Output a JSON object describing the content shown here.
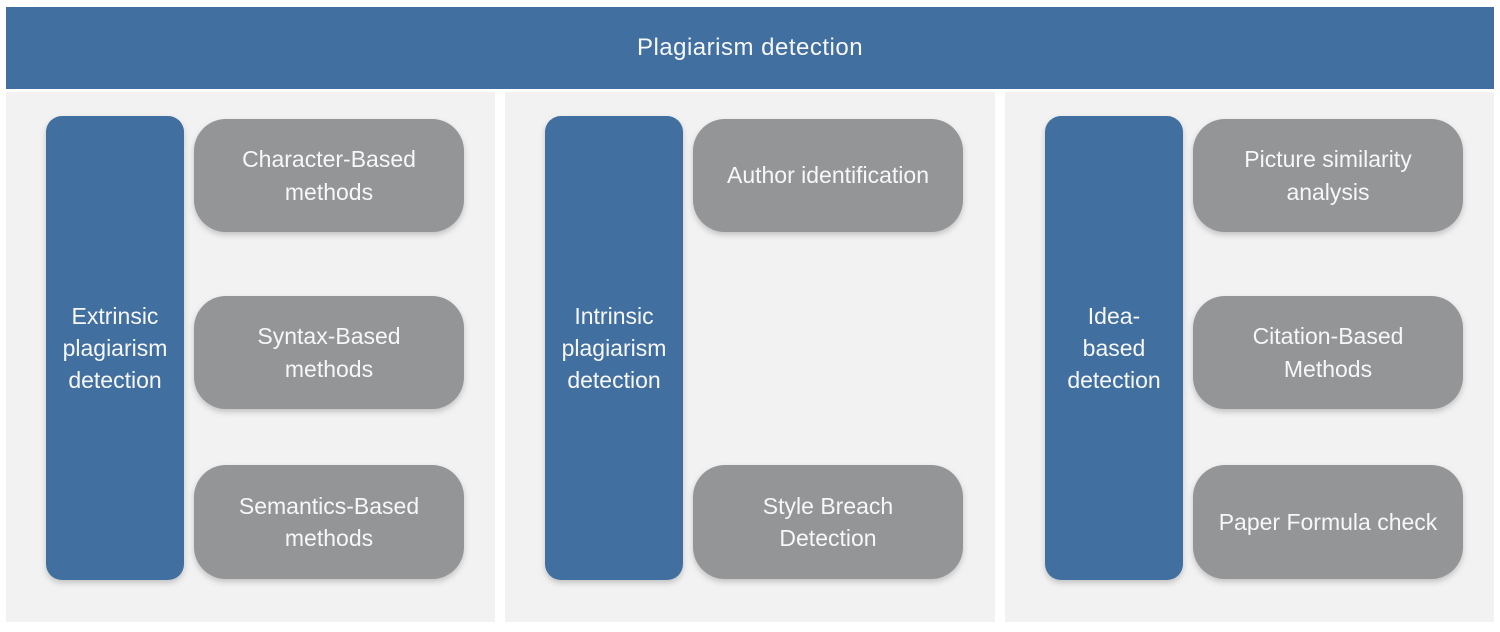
{
  "header": {
    "title": "Plagiarism detection"
  },
  "columns": [
    {
      "category": "Extrinsic\nplagiarism\ndetection",
      "methods": [
        "Character-Based\nmethods",
        "Syntax-Based\nmethods",
        "Semantics-Based\nmethods"
      ]
    },
    {
      "category": "Intrinsic\nplagiarism\ndetection",
      "methods": [
        "Author identification",
        "Style Breach\nDetection"
      ]
    },
    {
      "category": "Idea-\nbased\ndetection",
      "methods": [
        "Picture similarity\nanalysis",
        "Citation-Based\nMethods",
        "Paper Formula check"
      ]
    }
  ],
  "colors": {
    "accent_blue": "#4170a0",
    "method_gray": "#939597",
    "panel_background": "#f2f2f3",
    "page_background": "#ffffff",
    "label_text": "#f7f7f7"
  }
}
